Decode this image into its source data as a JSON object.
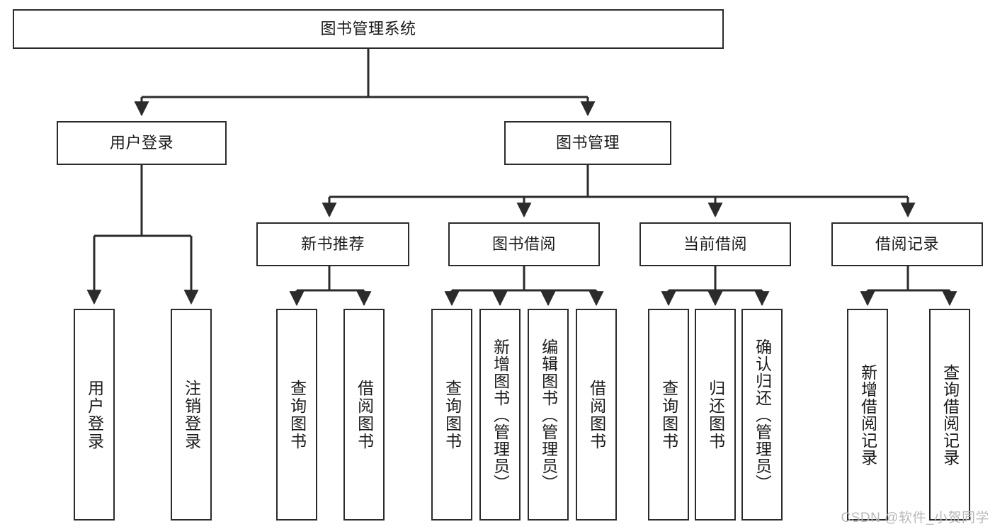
{
  "diagram": {
    "title": "图书管理系统",
    "watermark": "CSDN @软件_小贺同学",
    "line_color": "#2b2b2b",
    "background": "#ffffff",
    "nodes": {
      "root": {
        "label": "图书管理系统"
      },
      "level2": [
        {
          "label": "用户登录"
        },
        {
          "label": "图书管理"
        }
      ],
      "level3": [
        {
          "label": "新书推荐"
        },
        {
          "label": "图书借阅"
        },
        {
          "label": "当前借阅"
        },
        {
          "label": "借阅记录"
        }
      ],
      "leaves_user_login": [
        {
          "label": "用户登录"
        },
        {
          "label": "注销登录"
        }
      ],
      "leaves_new_books": [
        {
          "label": "查询图书"
        },
        {
          "label": "借阅图书"
        }
      ],
      "leaves_borrow": [
        {
          "label": "查询图书"
        },
        {
          "label": "新增图书（管理员）"
        },
        {
          "label": "编辑图书（管理员）"
        },
        {
          "label": "借阅图书"
        }
      ],
      "leaves_current": [
        {
          "label": "查询图书"
        },
        {
          "label": "归还图书"
        },
        {
          "label": "确认归还（管理员）"
        }
      ],
      "leaves_records": [
        {
          "label": "新增借阅记录"
        },
        {
          "label": "查询借阅记录"
        }
      ]
    }
  }
}
